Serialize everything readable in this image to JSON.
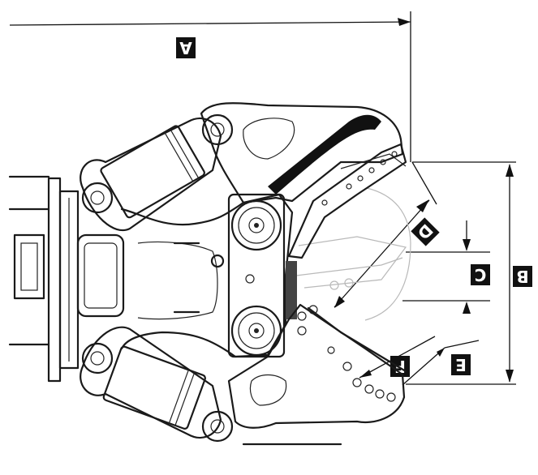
{
  "labels": {
    "A": "A",
    "B": "B",
    "C": "C",
    "D": "D",
    "E": "E",
    "F": "F"
  },
  "colors": {
    "ink": "#1a1a1a",
    "ghost": "#b9b9b9",
    "label_bg": "#111111",
    "label_text": "#ffffff"
  }
}
